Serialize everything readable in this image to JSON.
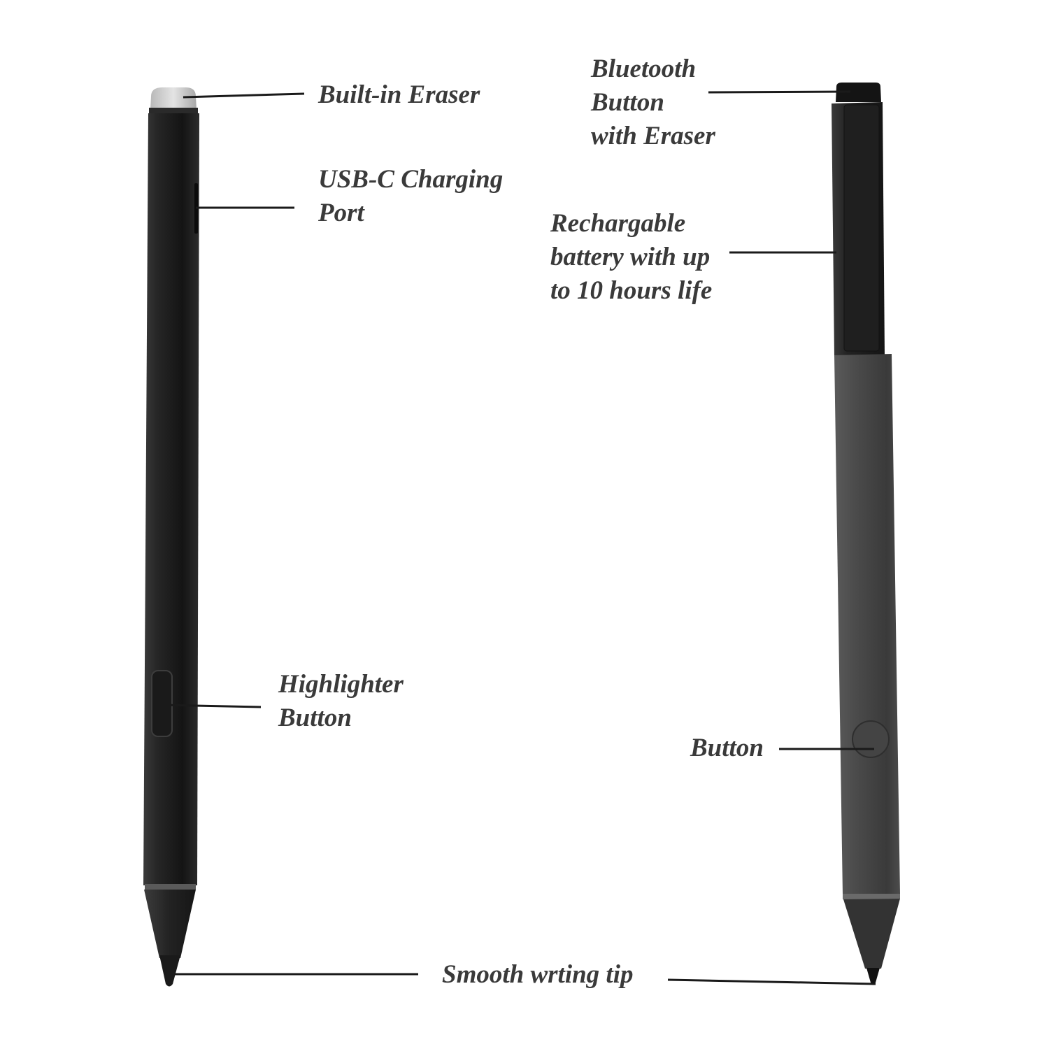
{
  "colors": {
    "background": "#ffffff",
    "label_text": "#3a3a3a",
    "leader_line": "#1a1a1a",
    "left_pen_body": "#1e1e1e",
    "left_pen_eraser": "#cfcfcf",
    "right_pen_upper": "#1c1c1c",
    "right_pen_lower": "#4a4a4a"
  },
  "labels": {
    "eraser": [
      "Built-in Eraser"
    ],
    "usb_port": [
      "USB-C Charging",
      "Port"
    ],
    "highlighter_button": [
      "Highlighter",
      "Button"
    ],
    "bluetooth_button": [
      "Bluetooth",
      "Button",
      "with Eraser"
    ],
    "battery": [
      "Rechargable",
      "battery with up",
      "to 10 hours life"
    ],
    "side_button": [
      "Button"
    ],
    "writing_tip": [
      "Smooth wrting tip"
    ]
  }
}
